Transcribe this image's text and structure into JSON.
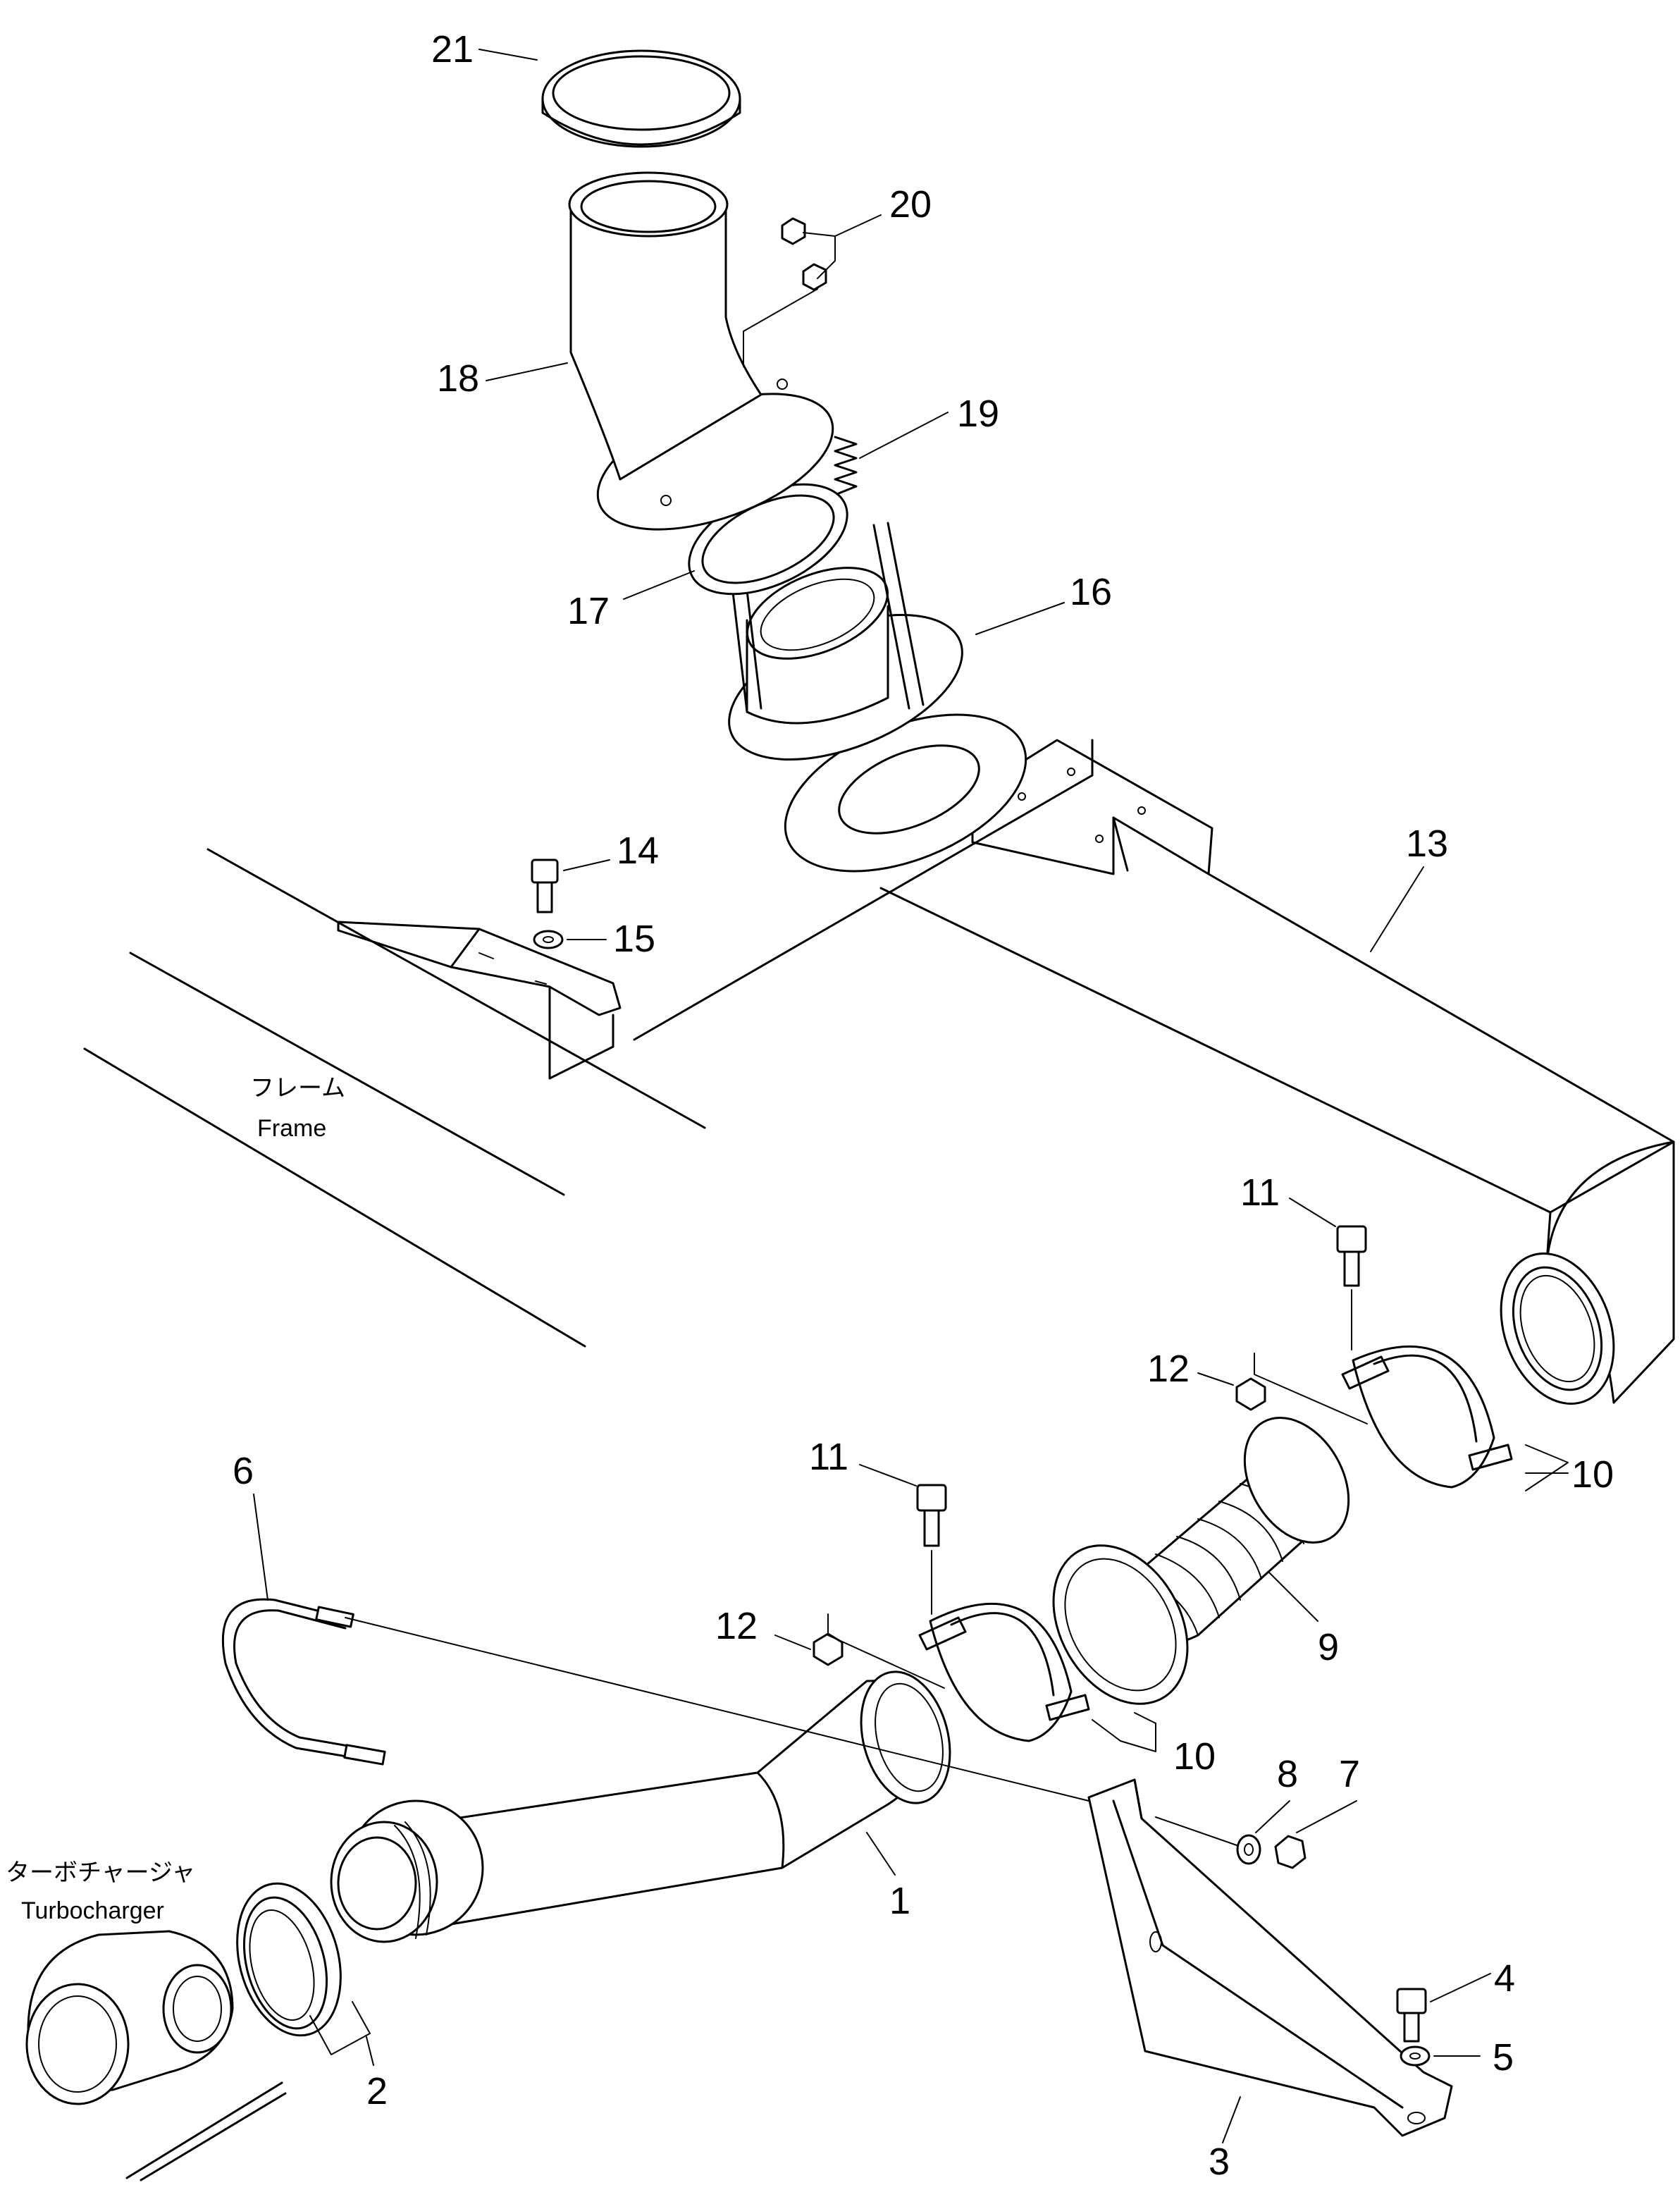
{
  "callouts": [
    {
      "id": "p21",
      "text": "21"
    },
    {
      "id": "p20",
      "text": "20"
    },
    {
      "id": "p18",
      "text": "18"
    },
    {
      "id": "p19",
      "text": "19"
    },
    {
      "id": "p17",
      "text": "17"
    },
    {
      "id": "p16",
      "text": "16"
    },
    {
      "id": "p14",
      "text": "14"
    },
    {
      "id": "p15",
      "text": "15"
    },
    {
      "id": "p13",
      "text": "13"
    },
    {
      "id": "p11a",
      "text": "11"
    },
    {
      "id": "p12a",
      "text": "12"
    },
    {
      "id": "p10a",
      "text": "10"
    },
    {
      "id": "p6",
      "text": "6"
    },
    {
      "id": "p11b",
      "text": "11"
    },
    {
      "id": "p12b",
      "text": "12"
    },
    {
      "id": "p9",
      "text": "9"
    },
    {
      "id": "p10b",
      "text": "10"
    },
    {
      "id": "p8",
      "text": "8"
    },
    {
      "id": "p7",
      "text": "7"
    },
    {
      "id": "p1",
      "text": "1"
    },
    {
      "id": "p4",
      "text": "4"
    },
    {
      "id": "p5",
      "text": "5"
    },
    {
      "id": "p2",
      "text": "2"
    },
    {
      "id": "p3",
      "text": "3"
    }
  ],
  "labels": {
    "frame_jp": "フレーム",
    "frame_en": "Frame",
    "turbo_jp": "ターボチャージャ",
    "turbo_en": "Turbocharger"
  }
}
